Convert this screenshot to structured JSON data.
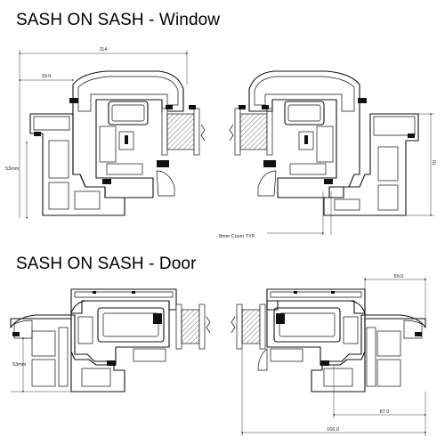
{
  "titles": {
    "window": "SASH ON SASH - Window",
    "door": "SASH ON SASH - Door"
  },
  "window_dims": {
    "overall_width": "114",
    "left_offset": "39.0",
    "left_height": "53mm",
    "right_height": "70",
    "cover_note": "8mm Cover TYP."
  },
  "door_dims": {
    "top_right": "59.0",
    "left_height": "53mm",
    "bottom_mid": "87.0",
    "bottom_overall": "166.0"
  }
}
